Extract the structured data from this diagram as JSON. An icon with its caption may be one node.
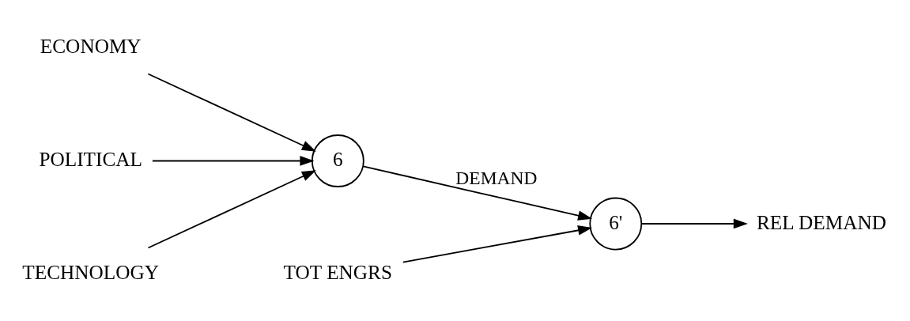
{
  "diagram": {
    "nodes": [
      {
        "text": [
          "ECONOMY"
        ]
      },
      {
        "text": [
          "POLITICAL"
        ]
      },
      {
        "text": [
          "TECHNOLOGY"
        ]
      },
      {
        "text": [
          "6"
        ]
      },
      {
        "text": [
          "6'"
        ]
      },
      {
        "text": [
          "REL DEMAND"
        ]
      },
      {
        "text": [
          "TOT ENGRS"
        ]
      }
    ],
    "edges": [
      {
        "from": 0,
        "to": 3,
        "arrow": "to"
      },
      {
        "from": 1,
        "to": 3,
        "arrow": "to"
      },
      {
        "from": 2,
        "to": 3,
        "arrow": "to"
      },
      {
        "from": 3,
        "to": 4,
        "arrow": "to",
        "label": "DEMAND"
      },
      {
        "from": 4,
        "to": 5,
        "arrow": "to"
      },
      {
        "from": 6,
        "to": 4,
        "arrow": "to"
      }
    ]
  }
}
